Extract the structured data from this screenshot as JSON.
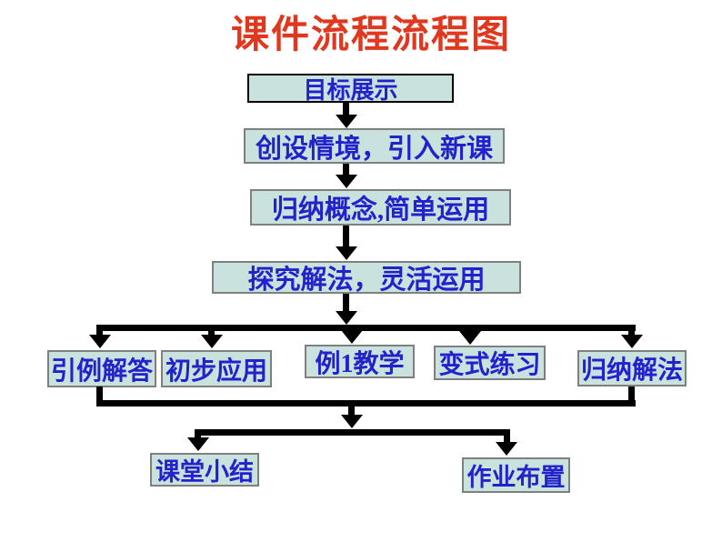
{
  "title": "课件流程流程图",
  "colors": {
    "title": "#e0381e",
    "node_text": "#2222cc",
    "node_fill": "#c9e2de",
    "connector": "#000000"
  },
  "nodes": {
    "goal": {
      "label": "目标展示"
    },
    "intro": {
      "label": "创设情境，引入新课"
    },
    "concept": {
      "label": "归纳概念,简单运用"
    },
    "explore": {
      "label": "探究解法，灵活运用"
    },
    "example_answer": {
      "label": "引例解答"
    },
    "initial_apply": {
      "label": "初步应用"
    },
    "example1_teaching": {
      "label": "例1教学"
    },
    "variant_practice": {
      "label": "变式练习"
    },
    "method_summary": {
      "label": "归纳解法"
    },
    "class_summary": {
      "label": "课堂小结"
    },
    "homework": {
      "label": "作业布置"
    }
  }
}
